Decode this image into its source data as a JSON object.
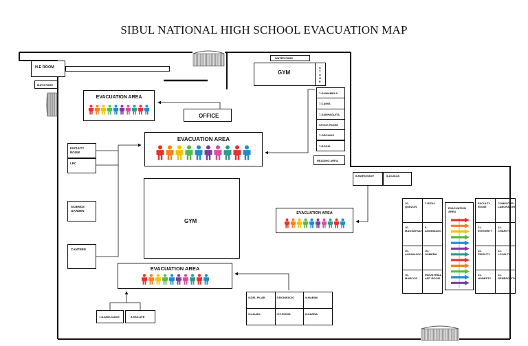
{
  "title": "SIBUL NATIONAL HIGH SCHOOL EVACUATION MAP",
  "rooms": {
    "he_room": "H.E ROOM",
    "math_park": "MATH PARK",
    "gym_top": "GYM",
    "water_park": "WATER PARK",
    "stage": "STAGE",
    "office": "OFFICE",
    "faculty_room": "FACULTY ROOM",
    "lrc": "LRC",
    "science_garden": "SCIENCE GARDEN",
    "canteen": "CANTEEN",
    "gym_center": "GYM",
    "ilang_ilang": "7-ILANG-ILANG",
    "molave": "8-MOLAVE",
    "mahogany": "8-MAHOGANY",
    "acacia": "8-ACACIA",
    "reading_area": "READING AREA"
  },
  "right_column": [
    "7-GUMAMELA",
    "7-CAMIA",
    "7-SAMPAGUITA",
    "STOCK ROOM",
    "7-ORCHIDS",
    "7-ROSAL"
  ],
  "bottom_block": [
    "9-DEL PILAR",
    "9-BONIFACIO",
    "9-MABINI",
    "9-LAUAN",
    "ICT-ROOM",
    "8-NARRA"
  ],
  "grade10": [
    "10-QUEZON",
    "7-RIZAL",
    "10-MAGSAYSAY",
    "9-AGUINALDO",
    "10-AGUINALDO",
    "10-OSMEÑA",
    "10-MARCOS",
    "INDUSTRIAL ART ROOM"
  ],
  "grade11": [
    "FACULTY ROOM",
    "COMPUTER LABORATORY",
    "11-INTEGRITY",
    "12-CHARITY",
    "11-FIDELITY",
    "12-LOYALTY",
    "11-HONESTY",
    "11-GENEROSITY"
  ],
  "evac": {
    "label": "EVACUATION AREA",
    "small_label": "EVACUATION AREA"
  },
  "colors": {
    "people": [
      "#e6312e",
      "#f58220",
      "#f2c200",
      "#5bb947",
      "#1f8ccf",
      "#7a3fa0",
      "#d94f9a",
      "#2e9b8f",
      "#e6312e",
      "#1f8ccf"
    ],
    "arrows": [
      "#e6312e",
      "#f58220",
      "#f2c200",
      "#5bb947",
      "#1f8ccf",
      "#7a3fa0",
      "#2e9b8f",
      "#e6312e",
      "#f58220",
      "#5bb947",
      "#1f8ccf",
      "#7a3fa0"
    ]
  }
}
